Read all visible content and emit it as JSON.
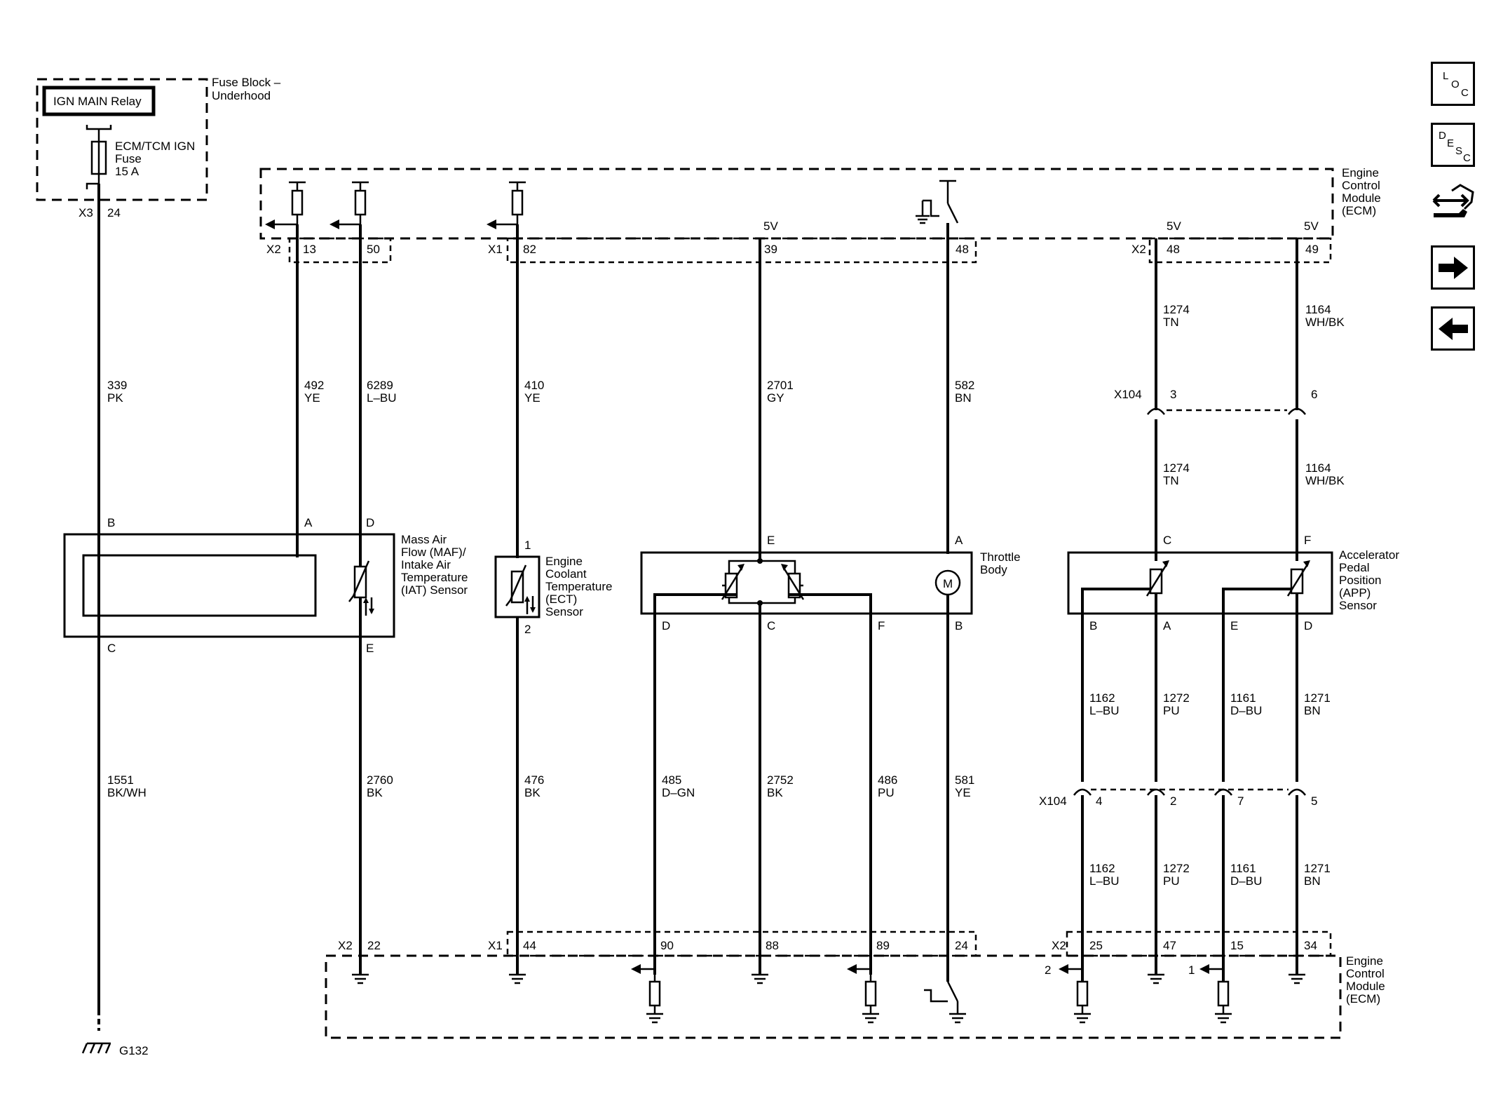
{
  "fuse_block": {
    "title_line1": "Fuse Block –",
    "title_line2": "Underhood",
    "relay": "IGN MAIN Relay",
    "fuse_line1": "ECM/TCM IGN",
    "fuse_line2": "Fuse",
    "fuse_line3": "15 A",
    "connector": "X3",
    "pin": "24"
  },
  "ecm": {
    "line1": "Engine",
    "line2": "Control",
    "line3": "Module",
    "line4": "(ECM)"
  },
  "top_connectors": {
    "x2a": "X2",
    "p13": "13",
    "p50": "50",
    "x1": "X1",
    "p82": "82",
    "p39": "39",
    "p48a": "48",
    "x2b": "X2",
    "p48b": "48",
    "p49": "49",
    "v5a": "5V",
    "v5b": "5V",
    "v5c": "5V"
  },
  "wires_upper": {
    "w339": [
      "339",
      "PK"
    ],
    "w492": [
      "492",
      "YE"
    ],
    "w6289": [
      "6289",
      "L–BU"
    ],
    "w410": [
      "410",
      "YE"
    ],
    "w2701": [
      "2701",
      "GY"
    ],
    "w582": [
      "582",
      "BN"
    ],
    "w1274a": [
      "1274",
      "TN"
    ],
    "w1164a": [
      "1164",
      "WH/BK"
    ],
    "w1274b": [
      "1274",
      "TN"
    ],
    "w1164b": [
      "1164",
      "WH/BK"
    ]
  },
  "x104_upper": {
    "label": "X104",
    "p3": "3",
    "p6": "6"
  },
  "maf": {
    "name_lines": [
      "Mass Air",
      "Flow (MAF)/",
      "Intake Air",
      "Temperature",
      "(IAT) Sensor"
    ],
    "pinB": "B",
    "pinA": "A",
    "pinD": "D",
    "pinC": "C",
    "pinE": "E"
  },
  "ect": {
    "name_lines": [
      "Engine",
      "Coolant",
      "Temperature",
      "(ECT)",
      "Sensor"
    ],
    "pin1": "1",
    "pin2": "2"
  },
  "throttle": {
    "name_lines": [
      "Throttle",
      "Body"
    ],
    "pinE": "E",
    "pinA": "A",
    "pinD": "D",
    "pinC": "C",
    "pinF": "F",
    "pinB": "B",
    "motor": "M"
  },
  "app": {
    "name_lines": [
      "Accelerator",
      "Pedal",
      "Position",
      "(APP)",
      "Sensor"
    ],
    "pinC": "C",
    "pinF": "F",
    "pinB": "B",
    "pinA": "A",
    "pinE": "E",
    "pinD": "D"
  },
  "wires_lower": {
    "w1551": [
      "1551",
      "BK/WH"
    ],
    "w2760": [
      "2760",
      "BK"
    ],
    "w476": [
      "476",
      "BK"
    ],
    "w485": [
      "485",
      "D–GN"
    ],
    "w2752": [
      "2752",
      "BK"
    ],
    "w486": [
      "486",
      "PU"
    ],
    "w581": [
      "581",
      "YE"
    ],
    "w1162a": [
      "1162",
      "L–BU"
    ],
    "w1272a": [
      "1272",
      "PU"
    ],
    "w1161a": [
      "1161",
      "D–BU"
    ],
    "w1271a": [
      "1271",
      "BN"
    ],
    "w1162b": [
      "1162",
      "L–BU"
    ],
    "w1272b": [
      "1272",
      "PU"
    ],
    "w1161b": [
      "1161",
      "D–BU"
    ],
    "w1271b": [
      "1271",
      "BN"
    ]
  },
  "x104_lower": {
    "label": "X104",
    "p4": "4",
    "p2": "2",
    "p7": "7",
    "p5": "5"
  },
  "bottom_connectors": {
    "x2a": "X2",
    "p22": "22",
    "x1": "X1",
    "p44": "44",
    "p90": "90",
    "p88": "88",
    "p89": "89",
    "p24": "24",
    "x2b": "X2",
    "p25": "25",
    "p47": "47",
    "p15": "15",
    "p34": "34",
    "ref2": "2",
    "ref1": "1"
  },
  "ground": "G132",
  "nav": {
    "loc": [
      "L",
      "O",
      "C"
    ],
    "desc": [
      "D",
      "E",
      "S",
      "C"
    ],
    "icons": [
      "service-tool-icon",
      "right-arrow-icon",
      "left-arrow-icon"
    ]
  }
}
